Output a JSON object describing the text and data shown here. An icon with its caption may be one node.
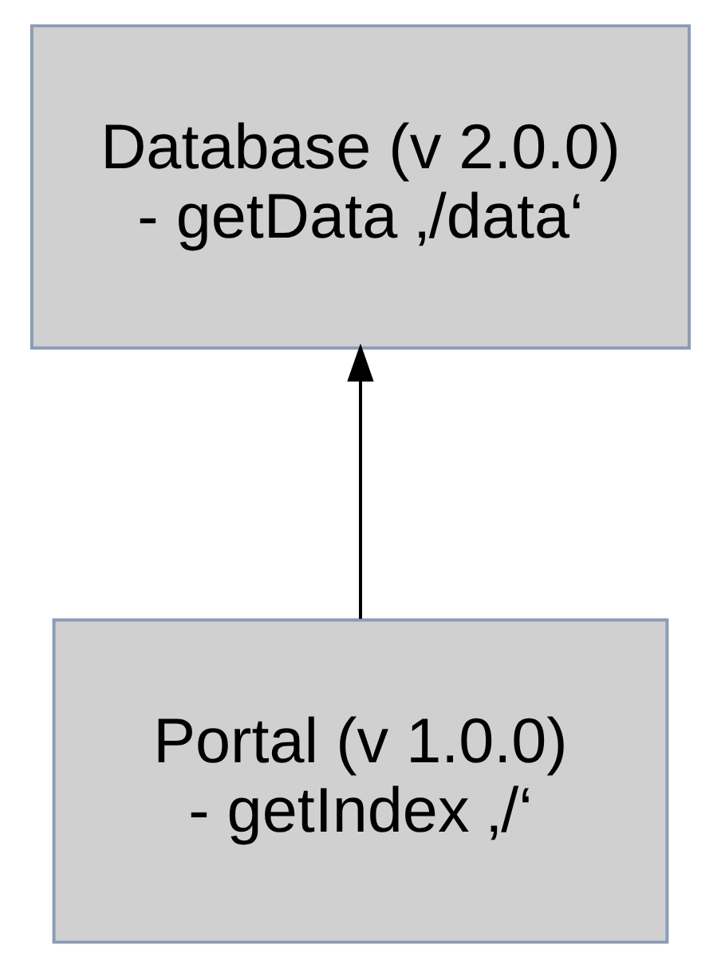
{
  "diagram": {
    "nodes": [
      {
        "text": [
          "Database (v 2.0.0)",
          "- getData ‚/data‘"
        ]
      },
      {
        "text": [
          "Portal (v 1.0.0)",
          "- getIndex ‚/‘"
        ]
      }
    ],
    "edges": [
      {
        "from": 1,
        "to": 0,
        "arrow": "to"
      }
    ]
  }
}
